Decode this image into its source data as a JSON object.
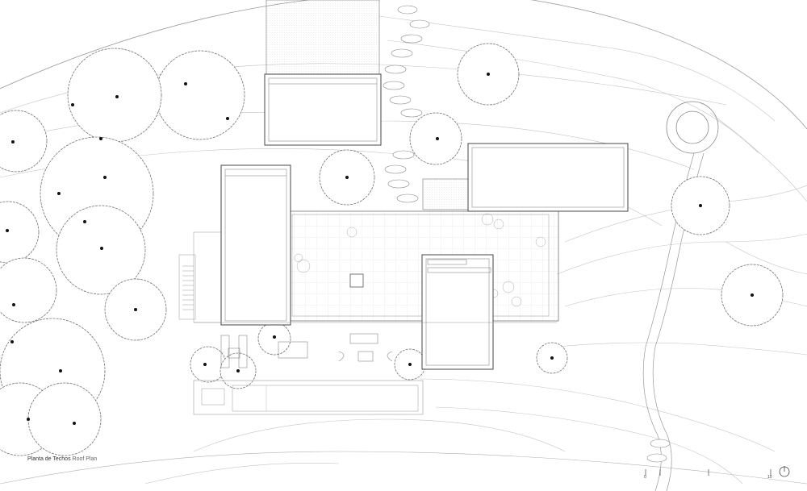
{
  "caption": {
    "title_es": "Planta de Techos",
    "title_en": "Roof Plan"
  },
  "scale_bar": {
    "start_label": "0",
    "end_label": "10"
  },
  "north_icon": "north-arrow-icon",
  "colors": {
    "line": "#6f6f6f",
    "light_line": "#b5b5b5",
    "tree_dot": "#111111"
  }
}
